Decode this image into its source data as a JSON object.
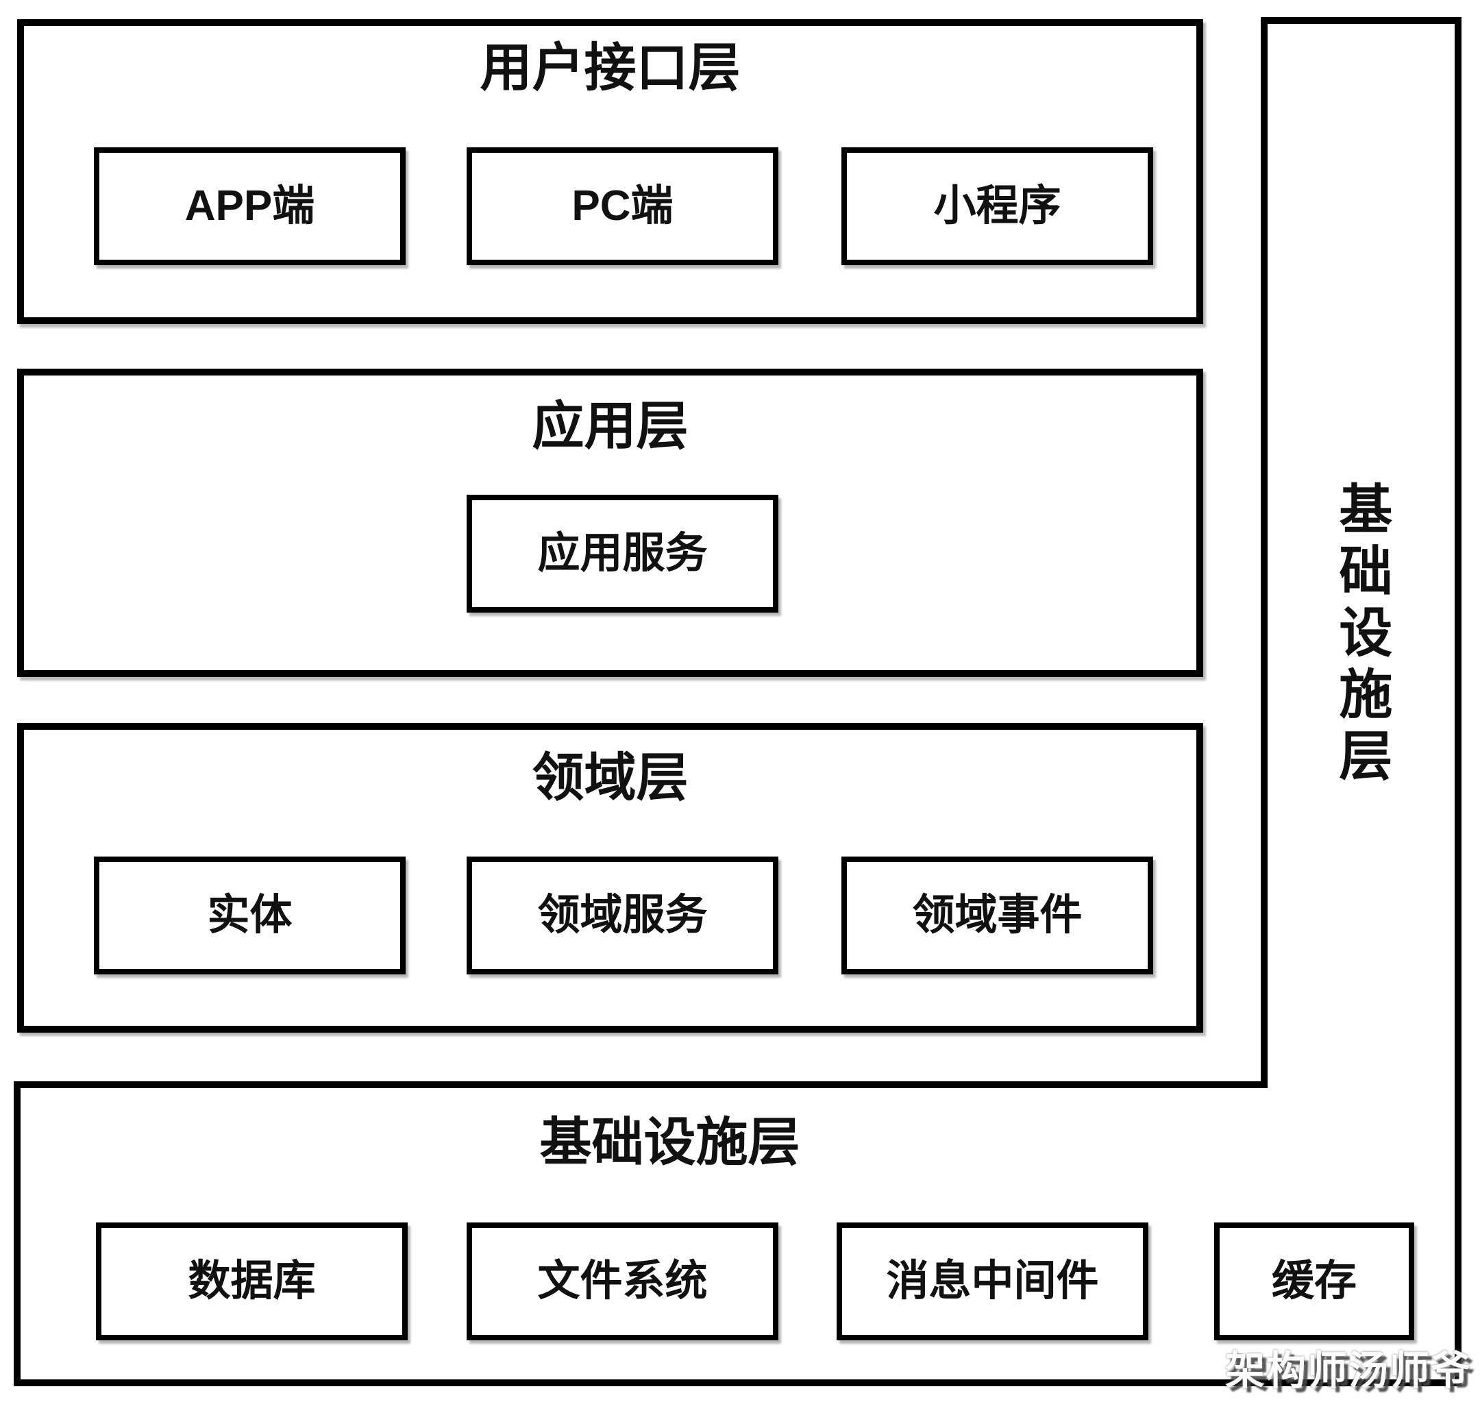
{
  "diagram": {
    "layers": [
      {
        "title": "用户接口层",
        "boxes": [
          "APP端",
          "PC端",
          "小程序"
        ]
      },
      {
        "title": "应用层",
        "boxes": [
          "应用服务"
        ]
      },
      {
        "title": "领域层",
        "boxes": [
          "实体",
          "领域服务",
          "领域事件"
        ]
      },
      {
        "title": "基础设施层",
        "boxes": [
          "数据库",
          "文件系统",
          "消息中间件",
          "缓存"
        ]
      }
    ],
    "side_bar": {
      "label": "基础设施层"
    },
    "watermark": "架构师汤师爷",
    "colors": {
      "line": "#000000",
      "background": "#ffffff",
      "text": "#111111",
      "watermark_fill": "#fdfdfd",
      "watermark_shadow": "#464646"
    }
  }
}
